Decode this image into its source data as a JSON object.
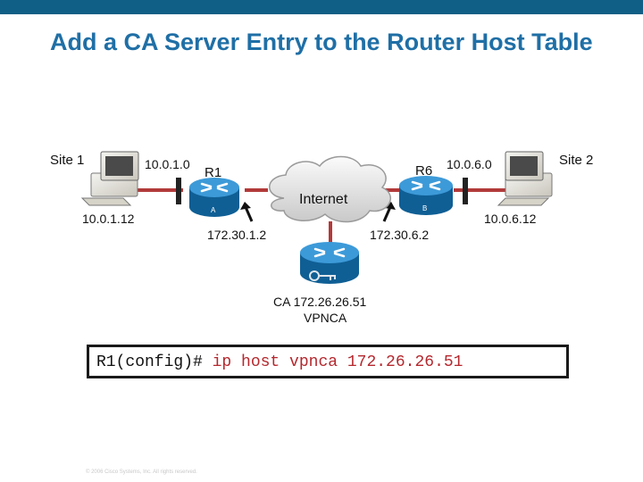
{
  "slide": {
    "title": "Add a CA Server Entry to the Router Host Table",
    "footer": "© 2006 Cisco Systems, Inc. All rights reserved."
  },
  "diagram": {
    "site1": "Site 1",
    "site2": "Site 2",
    "net_left": "10.0.1.0",
    "net_right": "10.0.6.0",
    "host_left": "10.0.1.12",
    "host_right": "10.0.6.12",
    "r1": "R1",
    "r6": "R6",
    "r1_badge": "A",
    "r6_badge": "B",
    "internet": "Internet",
    "r1_ip": "172.30.1.2",
    "r6_ip": "172.30.6.2",
    "ca_line1": "CA 172.26.26.51",
    "ca_line2": "VPNCA"
  },
  "command": {
    "prompt": "R1(config)#",
    "text": "ip host vpnca 172.26.26.51"
  },
  "colors": {
    "top_bar": "#0f5f86",
    "title": "#1f6fa6",
    "router": "#1a86c9",
    "link": "#b23a3a",
    "command": "#b4282e"
  }
}
